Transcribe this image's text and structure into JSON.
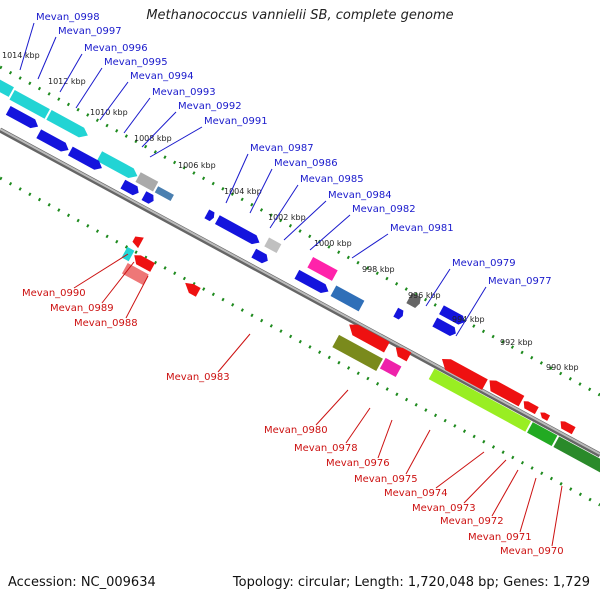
{
  "title": "Methanococcus vannielii SB, complete genome",
  "accession": "Accession: NC_009634",
  "summary": "Topology: circular; Length: 1,720,048 bp; Genes: 1,729",
  "colors": {
    "backbone": "#888888",
    "forward_label": "#1a1acc",
    "reverse_label": "#cc1111",
    "ticks": "#1e8a1e"
  },
  "kbp_labels": [
    "1014 kbp",
    "1012 kbp",
    "1010 kbp",
    "1008 kbp",
    "1006 kbp",
    "1004 kbp",
    "1002 kbp",
    "1000 kbp",
    "998 kbp",
    "996 kbp",
    "994 kbp",
    "992 kbp",
    "990 kbp"
  ],
  "forward_genes": [
    "Mevan_0998",
    "Mevan_0997",
    "Mevan_0996",
    "Mevan_0995",
    "Mevan_0994",
    "Mevan_0993",
    "Mevan_0992",
    "Mevan_0991",
    "Mevan_0987",
    "Mevan_0986",
    "Mevan_0985",
    "Mevan_0984",
    "Mevan_0982",
    "Mevan_0981",
    "Mevan_0979",
    "Mevan_0977"
  ],
  "reverse_genes": [
    "Mevan_0990",
    "Mevan_0989",
    "Mevan_0988",
    "Mevan_0983",
    "Mevan_0980",
    "Mevan_0978",
    "Mevan_0976",
    "Mevan_0975",
    "Mevan_0974",
    "Mevan_0973",
    "Mevan_0972",
    "Mevan_0971",
    "Mevan_0970"
  ]
}
